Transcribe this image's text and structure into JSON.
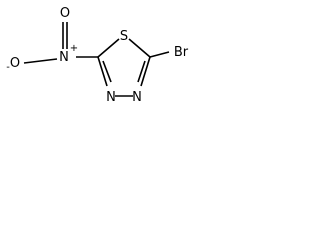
{
  "molecule": {
    "atoms": {
      "sulfur": "S",
      "bromine": "Br",
      "nitrogen_left": "N",
      "nitrogen_right": "N",
      "nitro_nitrogen": "N",
      "nitro_oxygen_top": "O",
      "nitro_oxygen_left": "O"
    },
    "charges": {
      "nitro_nitrogen": "+",
      "nitro_oxygen_left": "-"
    }
  }
}
